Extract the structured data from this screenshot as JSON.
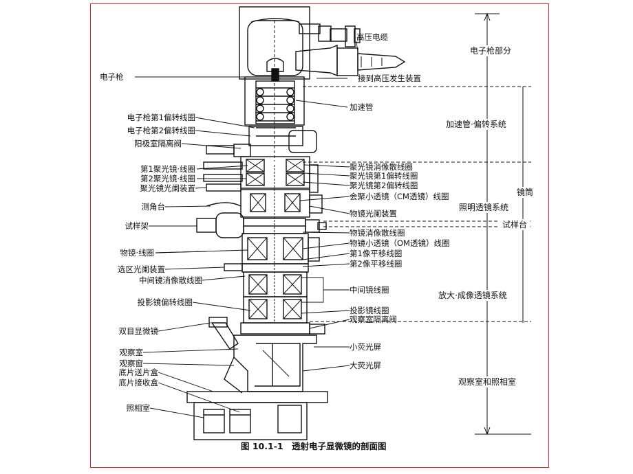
{
  "caption": {
    "number": "图 10.1-1",
    "title": "透射电子显微镜的剖面图"
  },
  "left_labels": [
    "电子枪",
    "电子枪第1偏转线圈",
    "电子枪第2偏转线圈",
    "阳极室隔离阀",
    "第1聚光镜·线圈",
    "第2聚光镜·线圈",
    "聚光镜光阑装置",
    "测角台",
    "试样架",
    "物镜·线圈",
    "选区光阑装置",
    "中间镜消像散线圈",
    "投影镜偏转线圈",
    "双目显微镜",
    "观察室",
    "观察窗",
    "底片送片盒",
    "底片接收盒",
    "照相室"
  ],
  "right_labels": [
    "高压电缆",
    "接到高压发生装置",
    "加速管",
    "聚光镜消像散线圈",
    "聚光镜第1偏转线圈",
    "聚光镜第2偏转线圈",
    "会聚小透镜（CM透镜）线圈",
    "物镜光阑装置",
    "物镜消像散线圈",
    "物镜小透镜（OM透镜）线圈",
    "第1像平移线圈",
    "第2像平移线圈",
    "中间镜线圈",
    "投影镜线圈",
    "观察室隔离阀",
    "小荧光屏",
    "大荧光屏"
  ],
  "sections": [
    "电子枪部分",
    "加速管·偏转系统",
    "照明透镜系统",
    "镜筒",
    "试样台",
    "放大·成像透镜系统",
    "观察室和照相室"
  ],
  "colors": {
    "frame": "#e0262b",
    "ink": "#111111"
  }
}
